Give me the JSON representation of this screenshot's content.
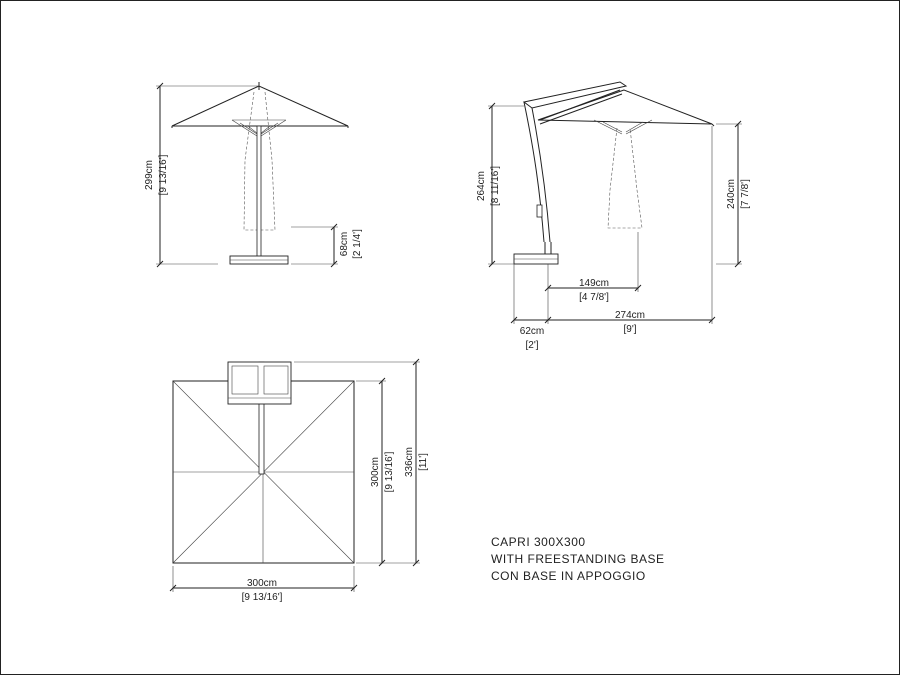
{
  "dimensions": {
    "front_height_cm": "299cm",
    "front_height_in": "[9 13/16']",
    "front_base_cm": "68cm",
    "front_base_in": "[2 1/4']",
    "side_height_cm": "264cm",
    "side_height_in": "[8 11/16']",
    "side_canopy_cm": "240cm",
    "side_canopy_in": "[7 7/8']",
    "side_offset_cm": "149cm",
    "side_offset_in": "[4 7/8']",
    "side_span_cm": "274cm",
    "side_span_in": "[9']",
    "side_base_cm": "62cm",
    "side_base_in": "[2']",
    "plan_depth_cm": "300cm",
    "plan_depth_in": "[9 13/16']",
    "plan_total_cm": "336cm",
    "plan_total_in": "[11']",
    "plan_width_cm": "300cm",
    "plan_width_in": "[9 13/16']"
  },
  "caption": {
    "line1": "CAPRI 300X300",
    "line2": "WITH FREESTANDING BASE",
    "line3": "CON BASE IN APPOGGIO"
  }
}
